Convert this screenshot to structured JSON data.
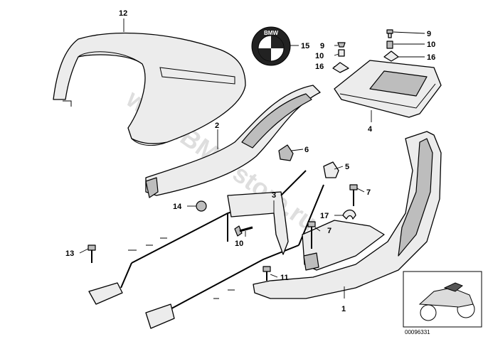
{
  "watermark": "www.BMWstore.ru",
  "thumbnail_id": "00096331",
  "callouts": {
    "c1": "1",
    "c2": "2",
    "c3": "3",
    "c4": "4",
    "c5": "5",
    "c6": "6",
    "c7a": "7",
    "c7b": "7",
    "c9a": "9",
    "c9b": "9",
    "c10a": "10",
    "c10b": "10",
    "c10c": "10",
    "c11": "11",
    "c12": "12",
    "c13": "13",
    "c14": "14",
    "c15": "15",
    "c16a": "16",
    "c16b": "16",
    "c17": "17"
  },
  "logo": {
    "text": "BMW"
  }
}
